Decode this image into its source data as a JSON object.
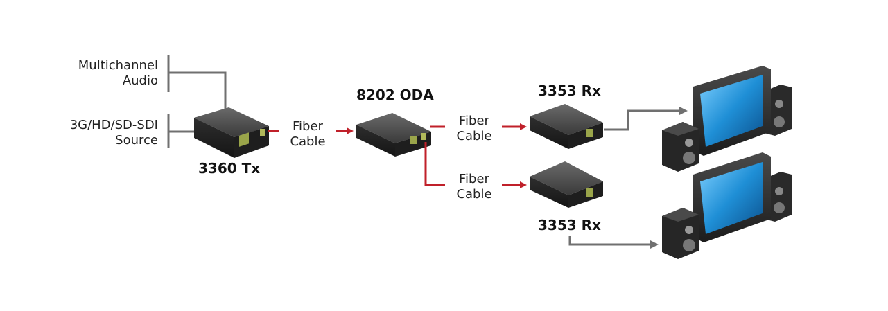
{
  "inputs": {
    "audio_line1": "Multichannel",
    "audio_line2": "Audio",
    "sdi_line1": "3G/HD/SD-SDI",
    "sdi_line2": "Source"
  },
  "devices": {
    "tx": "3360 Tx",
    "oda": "8202 ODA",
    "rx_top": "3353 Rx",
    "rx_bottom": "3353 Rx"
  },
  "links": {
    "fiber1_line1": "Fiber",
    "fiber1_line2": "Cable",
    "fiber2_line1": "Fiber",
    "fiber2_line2": "Cable",
    "fiber3_line1": "Fiber",
    "fiber3_line2": "Cable"
  },
  "colors": {
    "fiber": "#c0202a",
    "copper": "#707070",
    "device_body": "#2a2a2a",
    "screen": "#1f8fd6"
  }
}
